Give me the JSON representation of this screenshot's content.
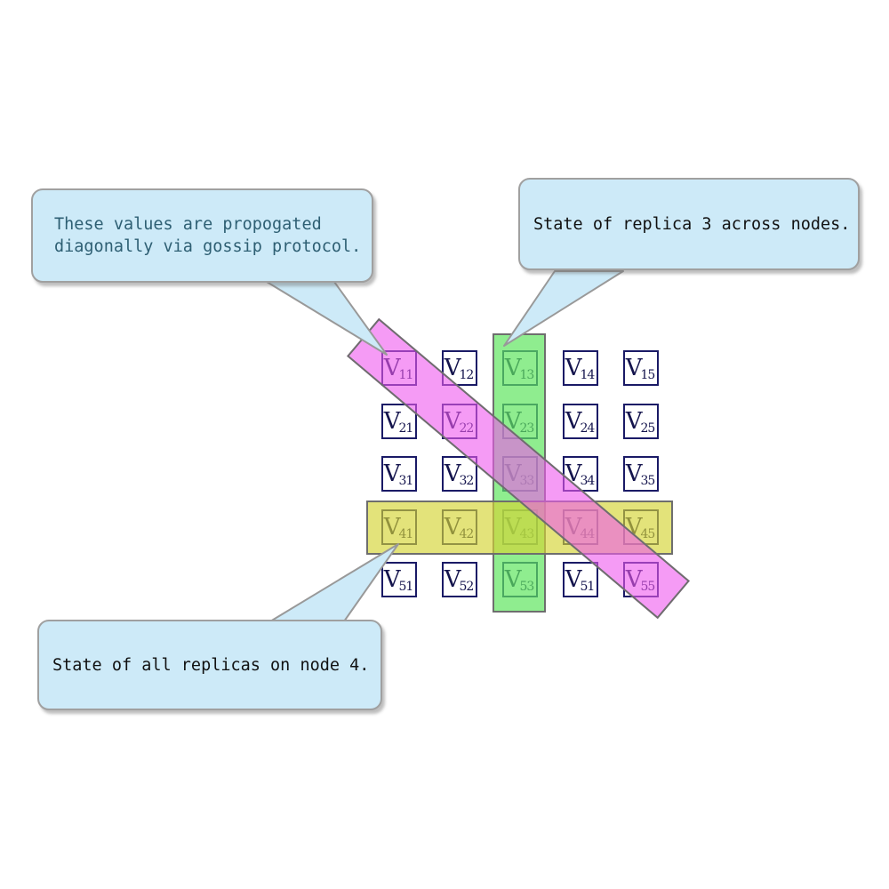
{
  "callouts": {
    "gossip": {
      "line1": "These values are propogated",
      "line2": "diagonally via gossip protocol.",
      "text_color": "#2e5f73"
    },
    "replica3": {
      "text": "State of replica 3 across nodes.",
      "text_color": "#111111"
    },
    "node4": {
      "text": "State of all replicas on node 4.",
      "text_color": "#111111"
    }
  },
  "matrix": {
    "letter": "V",
    "rows": 5,
    "cols": 5,
    "cells": [
      [
        "11",
        "12",
        "13",
        "14",
        "15"
      ],
      [
        "21",
        "22",
        "23",
        "24",
        "25"
      ],
      [
        "31",
        "32",
        "33",
        "34",
        "35"
      ],
      [
        "41",
        "42",
        "43",
        "44",
        "45"
      ],
      [
        "51",
        "52",
        "53",
        "51",
        "55"
      ]
    ]
  },
  "highlights": {
    "replica3_column": {
      "fill": "rgba(96,230,96,0.70)",
      "covers": [
        "13",
        "23",
        "33",
        "43",
        "53"
      ]
    },
    "node4_row": {
      "fill": "rgba(212,212,50,0.65)",
      "covers": [
        "41",
        "42",
        "43",
        "44",
        "45"
      ]
    },
    "gossip_diagonal": {
      "fill": "rgba(238,88,238,0.60)",
      "covers": [
        "11",
        "22",
        "33",
        "44",
        "55"
      ]
    }
  },
  "colors": {
    "callout_fill": "#cdeaf8",
    "callout_border": "#a0a0a0",
    "band_border": "#6e6e6e",
    "cell_border": "#1a1a66",
    "cell_text": "#14144d",
    "background": "#ffffff"
  }
}
